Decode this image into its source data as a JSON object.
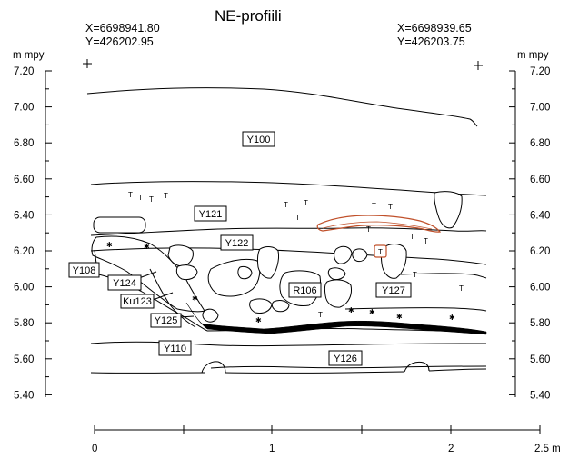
{
  "title": "NE-profiili",
  "coords": {
    "left_x": "X=6698941.80",
    "left_y": "Y=426202.95",
    "right_x": "X=6698939.65",
    "right_y": "Y=426203.75"
  },
  "axes": {
    "left_unit": "m mpy",
    "right_unit": "m mpy",
    "elevation_ticks": [
      "7.20",
      "7.00",
      "6.80",
      "6.60",
      "6.40",
      "6.20",
      "6.00",
      "5.80",
      "5.60",
      "5.40"
    ],
    "distance_ticks": [
      "0",
      "1",
      "2",
      "2.5 m"
    ]
  },
  "layers": {
    "y100": "Y100",
    "y121": "Y121",
    "y122": "Y122",
    "y108": "Y108",
    "y124": "Y124",
    "ku123": "Ku123",
    "y125": "Y125",
    "r106": "R106",
    "y127": "Y127",
    "y110": "Y110",
    "y126": "Y126"
  },
  "marks": {
    "t": "T",
    "star": "✱"
  },
  "colors": {
    "ink": "#000000",
    "brick": "#c0502a"
  }
}
